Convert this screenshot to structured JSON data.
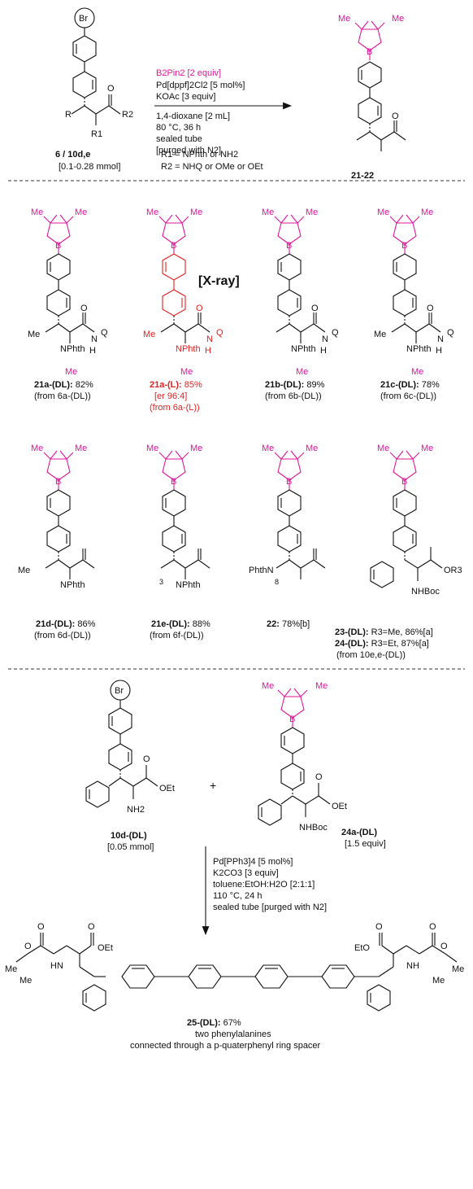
{
  "header": {
    "substrate": {
      "top_label": "Br",
      "r_label": "R",
      "r1_label": "R1",
      "r2_label": "R2",
      "o_label": "O",
      "name": "6 / 10d,e",
      "amount": "[0.1-0.28 mmol]"
    },
    "conditions": [
      "B2Pin2 [2 equiv]",
      "Pd[dppf]2Cl2 [5 mol%]",
      "KOAc [3 equiv]",
      "1,4-dioxane [2 mL]",
      "80 °C, 36 h",
      "sealed tube",
      "[purged with N2]"
    ],
    "definitions": [
      "R1 = NPhth or NH2",
      "R2 = NHQ or OMe or OEt"
    ],
    "product": {
      "name": "21-22",
      "me": "Me",
      "o": "O",
      "b": "B"
    }
  },
  "row1": [
    {
      "id": "21a-dl",
      "name": "21a-(DL):",
      "yield": "82%",
      "from": "(from 6a-(DL))",
      "side": "Me",
      "amine": "NPhth",
      "nq": "N",
      "q": "Q",
      "h": "H",
      "o": "O",
      "colored": false
    },
    {
      "id": "21a-l",
      "name": "21a-(L):",
      "yield": "85%",
      "er": "[er 96:4]",
      "from": "(from 6a-(L))",
      "xray": "[X-ray]",
      "side": "Me",
      "amine": "NPhth",
      "nq": "N",
      "q": "Q",
      "h": "H",
      "o": "O",
      "colored": true
    },
    {
      "id": "21b-dl",
      "name": "21b-(DL):",
      "yield": "89%",
      "from": "(from 6b-(DL))",
      "side": "",
      "amine": "NPhth",
      "nq": "N",
      "q": "Q",
      "h": "H",
      "o": "O",
      "colored": false
    },
    {
      "id": "21c-dl",
      "name": "21c-(DL):",
      "yield": "78%",
      "from": "(from 6c-(DL))",
      "side": "Me",
      "amine": "NPhth",
      "nq": "N",
      "q": "Q",
      "h": "H",
      "o": "O",
      "colored": false
    }
  ],
  "row2": [
    {
      "id": "21d-dl",
      "name": "21d-(DL):",
      "yield": "86%",
      "from": "(from 6d-(DL))",
      "side": "Me",
      "amine": "NPhth",
      "sub": ""
    },
    {
      "id": "21e-dl",
      "name": "21e-(DL):",
      "yield": "88%",
      "from": "(from 6f-(DL))",
      "side": "",
      "amine": "NPhth",
      "sub": "3"
    },
    {
      "id": "22",
      "name": "22:",
      "yield": "78%[b]",
      "from": "",
      "side": "PhthN",
      "amine": "",
      "sub": "8"
    },
    {
      "id": "23-24",
      "name": "23-(DL):",
      "yield": "R3=Me, 86%[a]",
      "name2": "24-(DL):",
      "yield2": "R3=Et, 87%[a]",
      "from": "(from 10e,e-(DL))",
      "amine": "NHBoc",
      "ester": "OR3"
    }
  ],
  "bottom": {
    "left": {
      "name": "10d-(DL)",
      "amount": "[0.05 mmol]",
      "top": "Br",
      "ester": "OEt",
      "amine": "NH2",
      "o": "O"
    },
    "plus": "+",
    "right": {
      "name": "24a-(DL)",
      "amount": "[1.5 equiv]",
      "ester": "OEt",
      "amine": "NHBoc",
      "o": "O"
    },
    "conditions": [
      "Pd[PPh3]4 [5 mol%]",
      "K2CO3 [3 equiv]",
      "toluene:EtOH:H2O [2:1:1]",
      "110 °C, 24 h",
      "sealed tube [purged with N2]"
    ],
    "product": {
      "name": "25-(DL):",
      "yield": "67%",
      "desc1": "two phenylalanines",
      "desc2": "connected through a p-quaterphenyl ring spacer",
      "left_ester": "OEt",
      "right_ester": "EtO",
      "hn": "HN",
      "nh": "NH",
      "o": "O",
      "me": "Me"
    }
  },
  "colors": {
    "boron": "#e0169a",
    "highlight": "#e61e1e",
    "text": "#111111"
  }
}
